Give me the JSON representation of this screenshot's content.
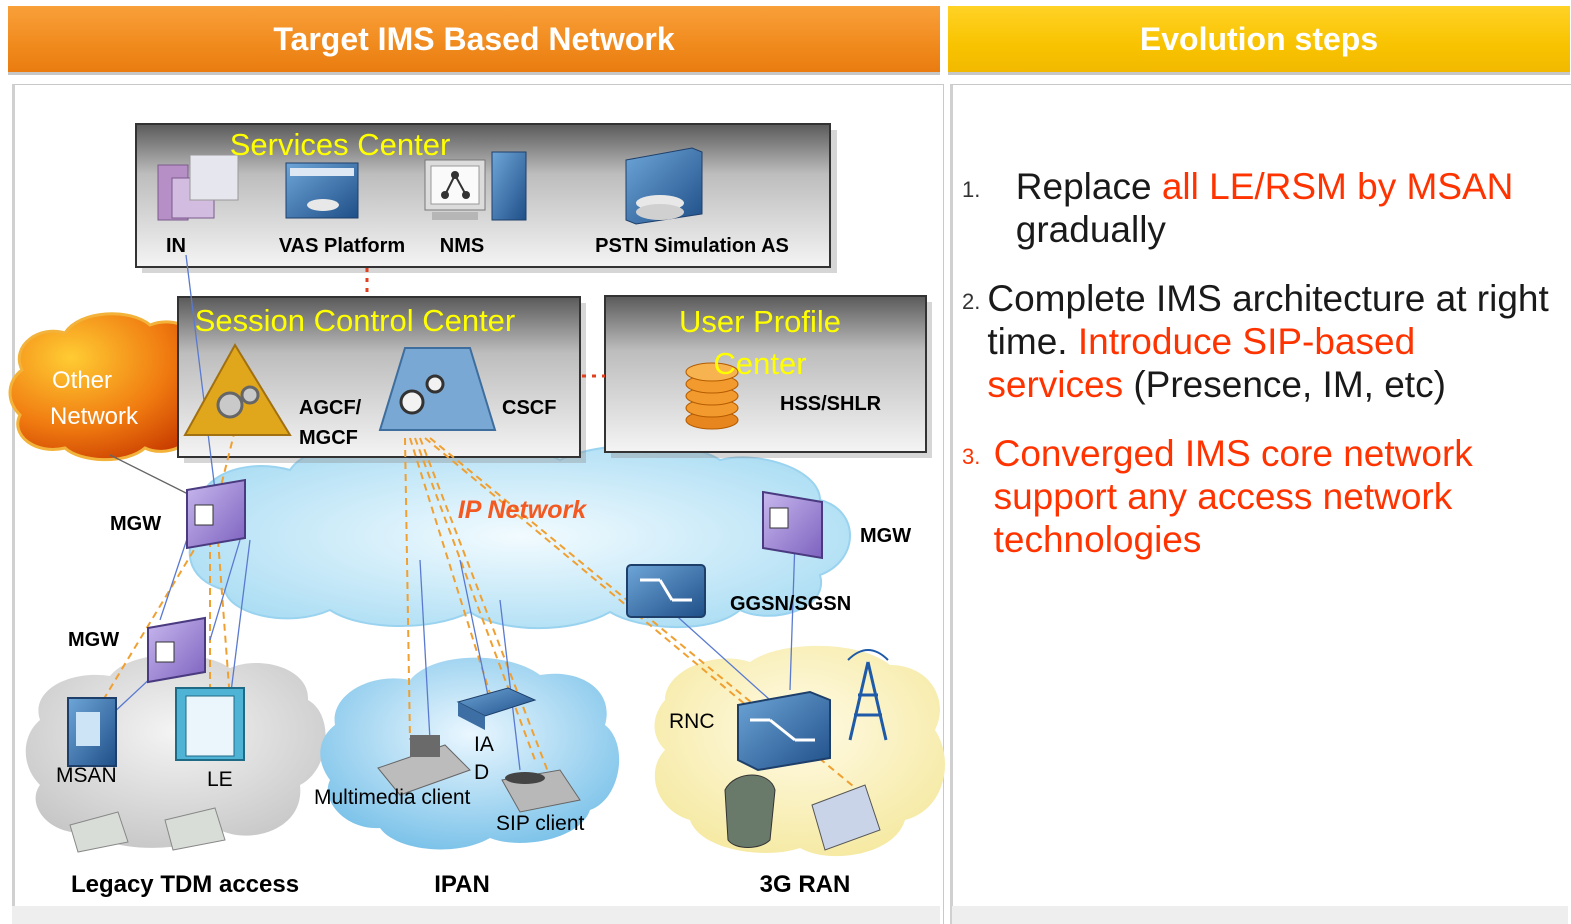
{
  "header": {
    "left_title": "Target IMS Based Network",
    "right_title": "Evolution steps"
  },
  "diagram": {
    "services_center": {
      "title": "Services Center",
      "items": [
        "IN",
        "VAS Platform",
        "NMS",
        "PSTN Simulation AS"
      ]
    },
    "session_control_center": {
      "title": "Session Control Center",
      "agcf": "AGCF/",
      "mgcf": "MGCF",
      "cscf": "CSCF"
    },
    "user_profile_center": {
      "title_line1": "User Profile",
      "title_line2": "Center",
      "hss": "HSS/SHLR"
    },
    "other_network": {
      "line1": "Other",
      "line2": "Network"
    },
    "ip_network": "IP Network",
    "mgw_left": "MGW",
    "mgw_lower": "MGW",
    "mgw_right": "MGW",
    "ggsn": "GGSN/SGSN",
    "msan": "MSAN",
    "le": "LE",
    "iad_line1": "IA",
    "iad_line2": "D",
    "multimedia_client": "Multimedia client",
    "sip_client": "SIP client",
    "rnc": "RNC",
    "bottom": {
      "legacy": "Legacy TDM access",
      "ipan": "IPAN",
      "ran": "3G RAN"
    }
  },
  "steps": [
    {
      "num": "1.",
      "p1": "Replace ",
      "h1": "all LE/RSM by MSAN",
      "p2": " gradually"
    },
    {
      "num": "2.",
      "p1": "Complete IMS architecture at right time. ",
      "h1": "Introduce SIP-based services",
      "p2": " (Presence, IM, etc)"
    },
    {
      "num": "3.",
      "text": "Converged IMS core network support any access network technologies"
    }
  ],
  "colors": {
    "header_left": "#f08a1d",
    "header_right": "#f8c300",
    "highlight": "#ff3300",
    "title_yellow": "#ffff00",
    "ip_cloud": "#bfe6f8",
    "dashed_link": "#f0a030"
  }
}
